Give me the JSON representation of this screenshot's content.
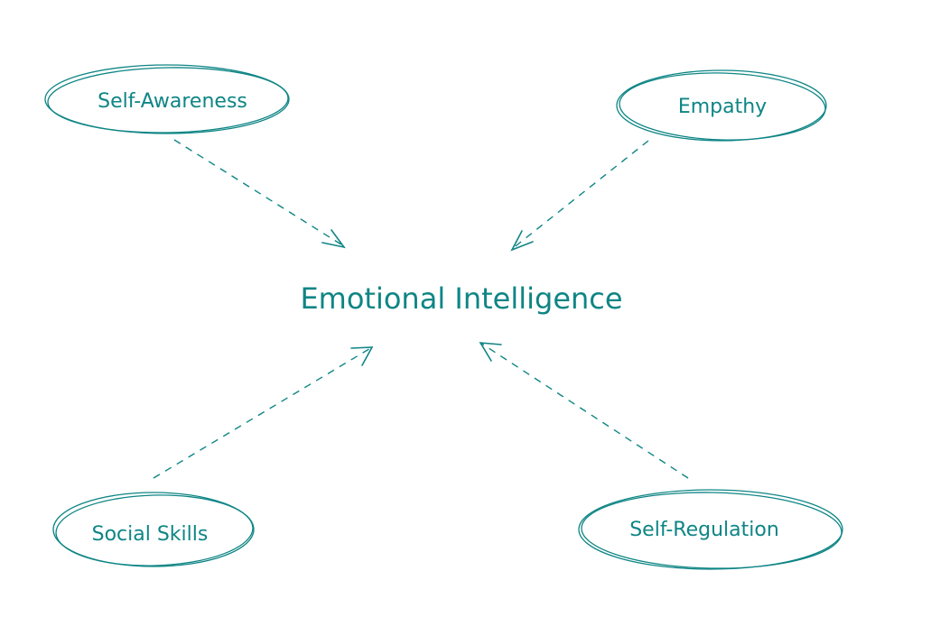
{
  "diagram": {
    "center": {
      "label": "Emotional Intelligence"
    },
    "nodes": [
      {
        "id": "self-awareness",
        "label": "Self-Awareness"
      },
      {
        "id": "empathy",
        "label": "Empathy"
      },
      {
        "id": "social-skills",
        "label": "Social Skills"
      },
      {
        "id": "self-regulation",
        "label": "Self-Regulation"
      }
    ],
    "edges": [
      {
        "from": "self-awareness",
        "to": "center",
        "style": "dashed"
      },
      {
        "from": "empathy",
        "to": "center",
        "style": "dashed"
      },
      {
        "from": "social-skills",
        "to": "center",
        "style": "dashed"
      },
      {
        "from": "self-regulation",
        "to": "center",
        "style": "dashed"
      }
    ],
    "colors": {
      "stroke": "#0f8585",
      "text": "#0f8585",
      "background": "#ffffff"
    }
  }
}
